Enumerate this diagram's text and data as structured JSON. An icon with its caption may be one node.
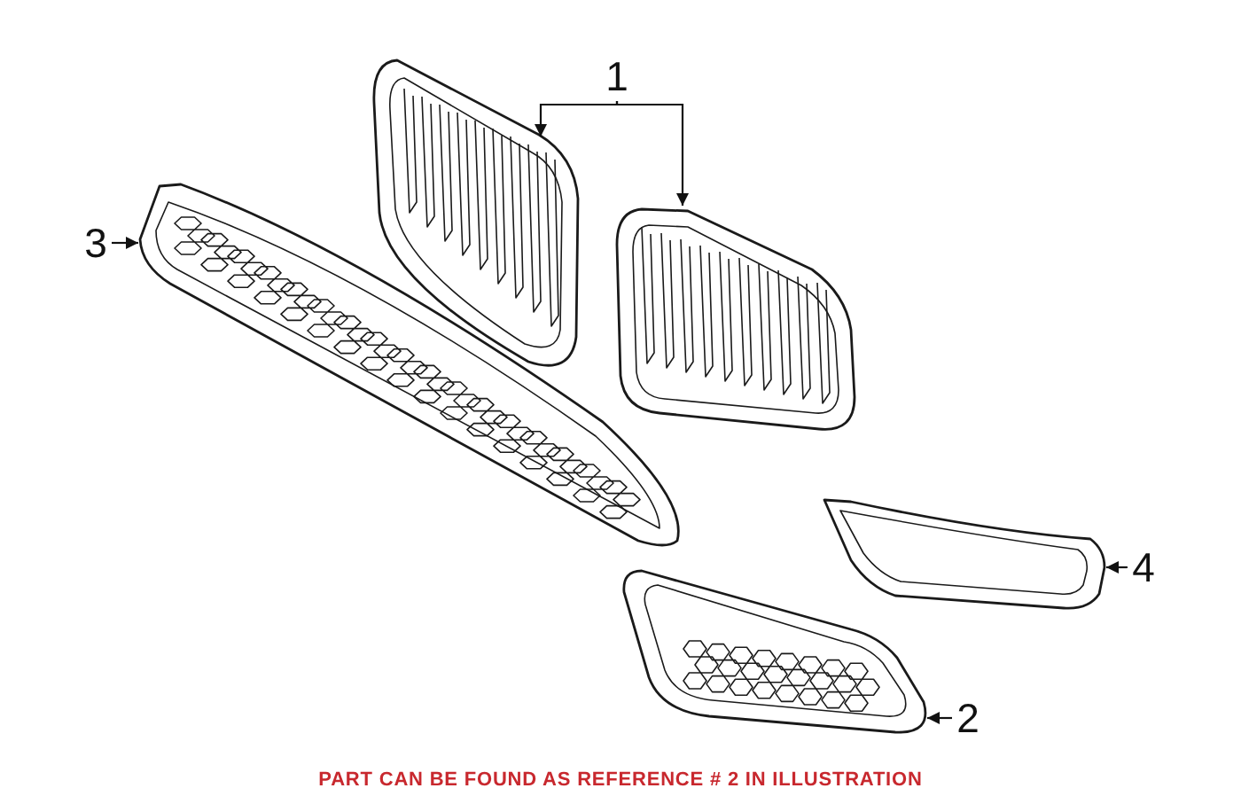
{
  "diagram": {
    "nodes": [
      {
        "text": [
          "1"
        ]
      },
      {
        "text": [],
        "shape": "picture"
      },
      {
        "text": [],
        "shape": "picture"
      },
      {
        "text": [
          "3"
        ]
      },
      {
        "text": [],
        "shape": "picture"
      },
      {
        "text": [
          "4"
        ]
      },
      {
        "text": [],
        "shape": "picture"
      },
      {
        "text": [
          "2"
        ]
      },
      {
        "text": [],
        "shape": "picture"
      }
    ],
    "edges": [
      {
        "from": 0,
        "to": 1,
        "arrow": "to"
      },
      {
        "from": 0,
        "to": 2,
        "arrow": "to"
      },
      {
        "from": 3,
        "to": 4,
        "arrow": "to"
      },
      {
        "from": 5,
        "to": 6,
        "arrow": "to"
      },
      {
        "from": 7,
        "to": 8,
        "arrow": "to"
      }
    ],
    "labels": [
      "PART CAN BE FOUND AS REFERENCE # 2 IN ILLUSTRATION"
    ]
  }
}
